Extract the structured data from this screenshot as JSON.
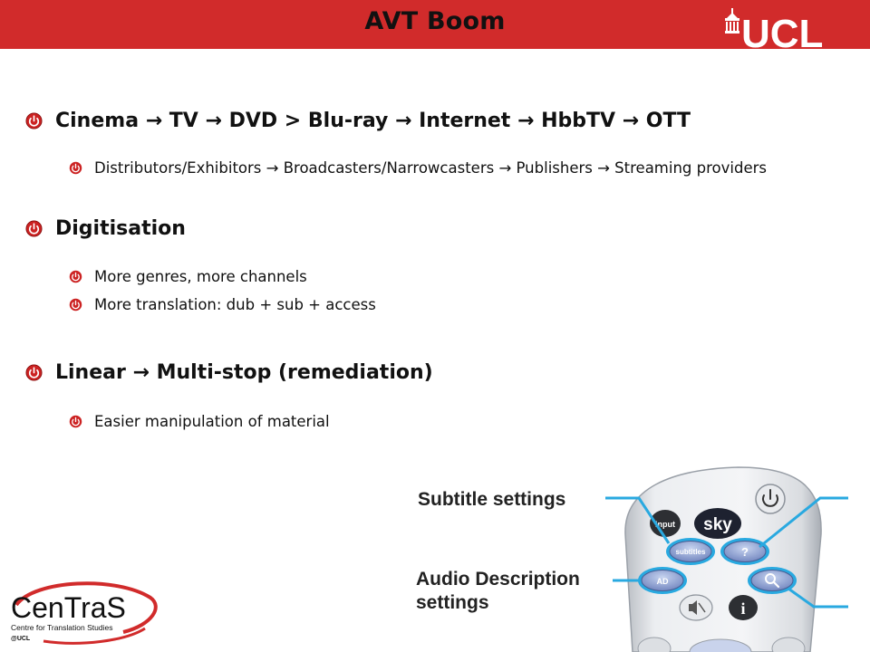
{
  "slide": {
    "title": "AVT Boom",
    "logo_text": "UCL"
  },
  "bullets": [
    {
      "level": 1,
      "text": "Cinema → TV → DVD > Blu-ray → Internet → HbbTV → OTT"
    },
    {
      "level": 2,
      "text": "Distributors/Exhibitors → Broadcasters/Narrowcasters  → Publishers → Streaming providers"
    },
    {
      "level": 1,
      "text": "Digitisation"
    },
    {
      "level": 2,
      "text": "More genres, more channels"
    },
    {
      "level": 2,
      "text": "More translation: dub + sub + access"
    },
    {
      "level": 1,
      "text": "Linear → Multi-stop (remediation)"
    },
    {
      "level": 2,
      "text": "Easier manipulation of material"
    }
  ],
  "remote_image": {
    "label_subtitle": "Subtitle  settings",
    "label_audio_line1": "Audio Description",
    "label_audio_line2": "settings",
    "btn_input": "input",
    "btn_sky": "sky",
    "btn_subtitles": "subtitles",
    "btn_help": "?",
    "btn_ad": "AD",
    "btn_info": "i"
  },
  "centras_logo": {
    "name": "CenTraS",
    "line1": "Centre for Translation Studies",
    "line2": "@UCL"
  },
  "colors": {
    "header": "#d12b2b",
    "bullet": "#cc2222",
    "highlight": "#29a9e0"
  }
}
